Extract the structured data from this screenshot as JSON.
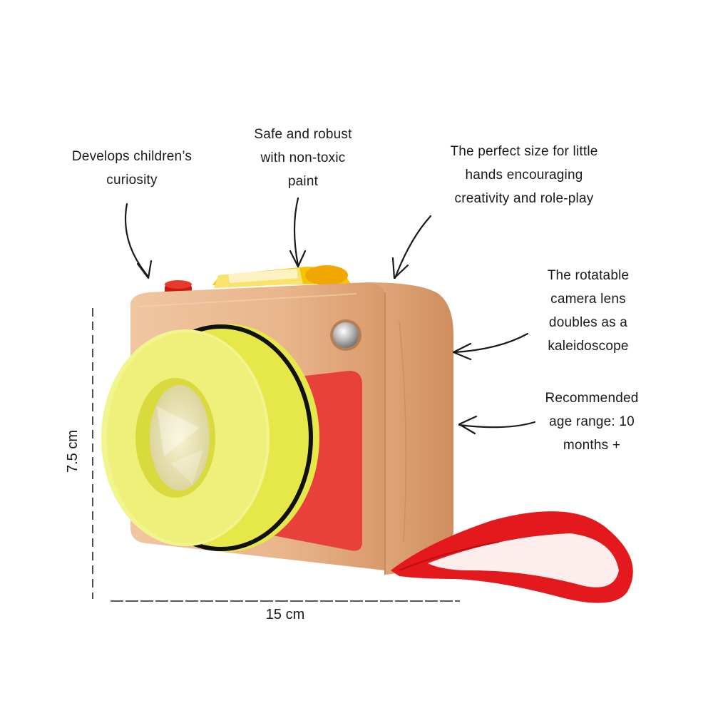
{
  "labels": {
    "curiosity": [
      "Develops children’s",
      "curiosity"
    ],
    "safe": [
      "Safe and robust",
      "with non-toxic",
      "paint"
    ],
    "size": [
      "The perfect size for little",
      "hands encouraging",
      "creativity and role-play"
    ],
    "lens": [
      "The rotatable",
      "camera lens",
      "doubles as a",
      "kaleidoscope"
    ],
    "age": [
      "Recommended",
      "age range: 10",
      "months +"
    ]
  },
  "dimensions": {
    "height": "7.5 cm",
    "width": "15 cm"
  },
  "colors": {
    "wood": "#e8b48c",
    "lens_ring": "#f0f28a",
    "lens_ring_dark": "#e6e84a",
    "red_panel": "#e8413c",
    "strap": "#e3191e",
    "viewfinder": "#f5c400"
  }
}
